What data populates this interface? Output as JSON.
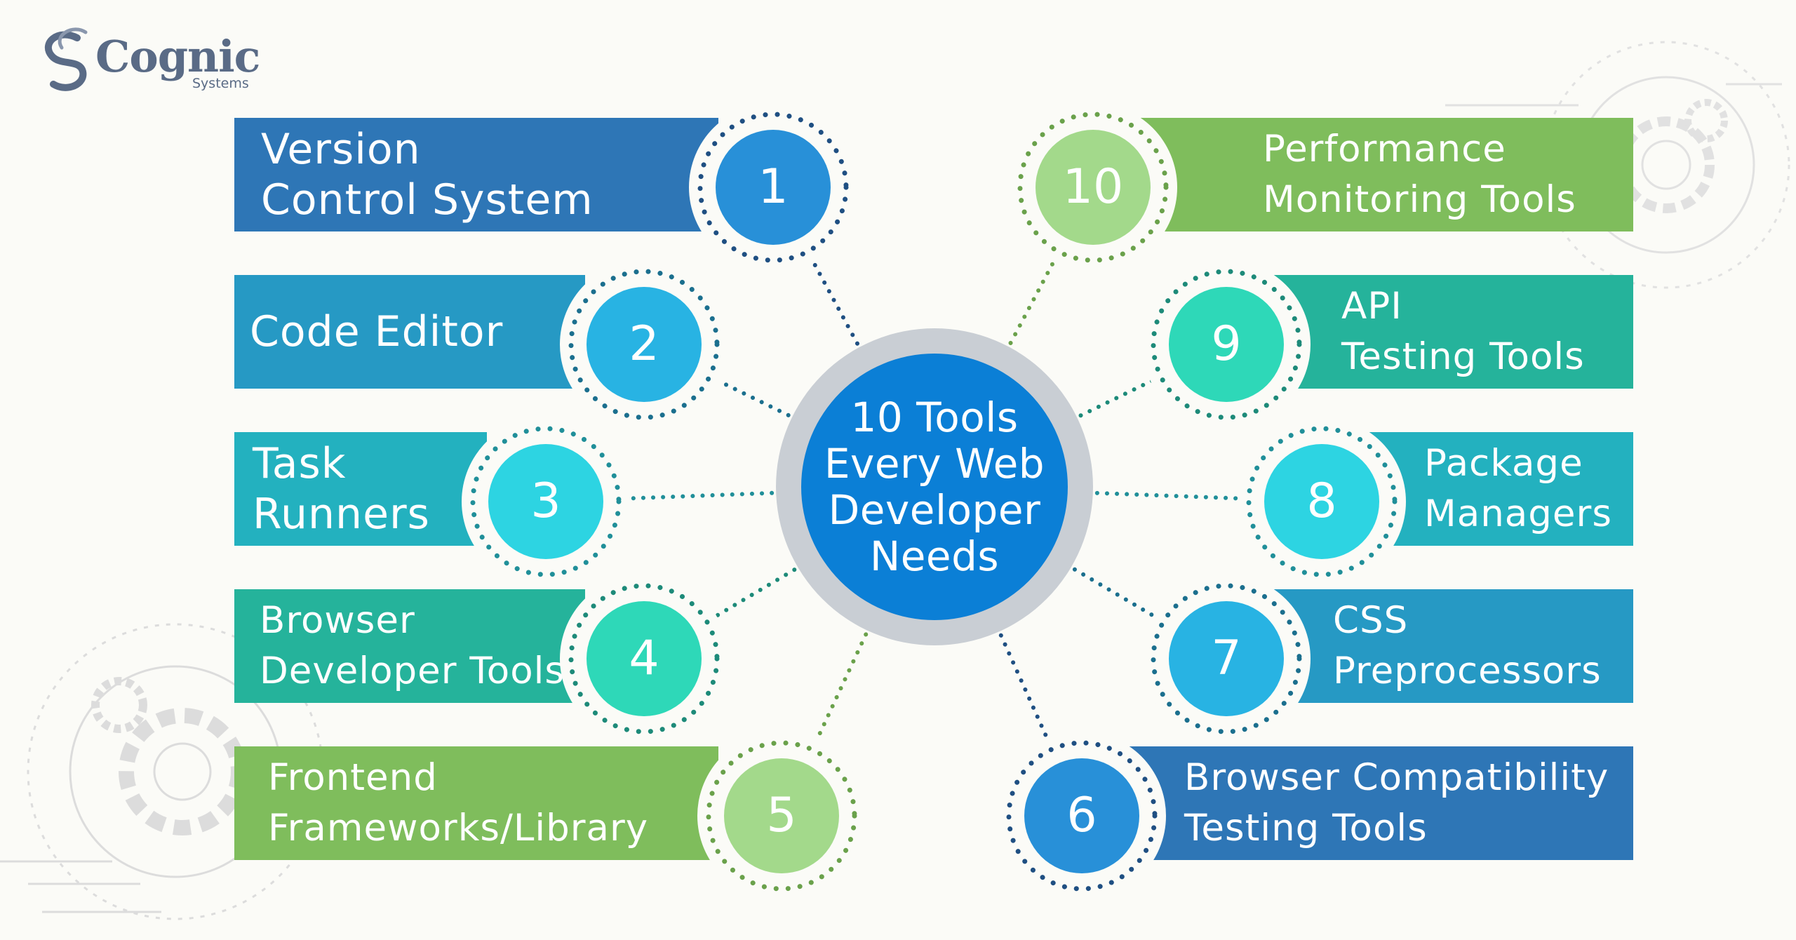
{
  "brand": {
    "name": "Cognic",
    "sub": "Systems"
  },
  "center": {
    "title": "10 Tools\nEvery Web\nDeveloper\nNeeds"
  },
  "tools": [
    {
      "number": "1",
      "label": "Version\nControl System",
      "bar_color": "#2e76b6",
      "circle_color": "#2890d8",
      "dot_color": "#1f4f82"
    },
    {
      "number": "2",
      "label": "Code Editor",
      "bar_color": "#2699c4",
      "circle_color": "#28b3e3",
      "dot_color": "#1b6f8e"
    },
    {
      "number": "3",
      "label": "Task\nRunners",
      "bar_color": "#23b1bf",
      "circle_color": "#2dd4e2",
      "dot_color": "#208f99"
    },
    {
      "number": "4",
      "label": "Browser\nDeveloper Tools",
      "bar_color": "#25b39b",
      "circle_color": "#2ed8b8",
      "dot_color": "#1d8a79"
    },
    {
      "number": "5",
      "label": "Frontend\nFrameworks/Library",
      "bar_color": "#7fbd5c",
      "circle_color": "#a3d98b",
      "dot_color": "#6aa14b"
    },
    {
      "number": "6",
      "label": "Browser Compatibility\nTesting Tools",
      "bar_color": "#2e76b6",
      "circle_color": "#2890d8",
      "dot_color": "#1f4f82"
    },
    {
      "number": "7",
      "label": "CSS\nPreprocessors",
      "bar_color": "#2699c4",
      "circle_color": "#28b3e3",
      "dot_color": "#1b6f8e"
    },
    {
      "number": "8",
      "label": "Package\nManagers",
      "bar_color": "#23b1bf",
      "circle_color": "#2dd4e2",
      "dot_color": "#208f99"
    },
    {
      "number": "9",
      "label": "API\nTesting Tools",
      "bar_color": "#25b39b",
      "circle_color": "#2ed8b8",
      "dot_color": "#1d8a79"
    },
    {
      "number": "10",
      "label": "Performance\nMonitoring Tools",
      "bar_color": "#7fbd5c",
      "circle_color": "#a3d98b",
      "dot_color": "#6aa14b"
    }
  ]
}
